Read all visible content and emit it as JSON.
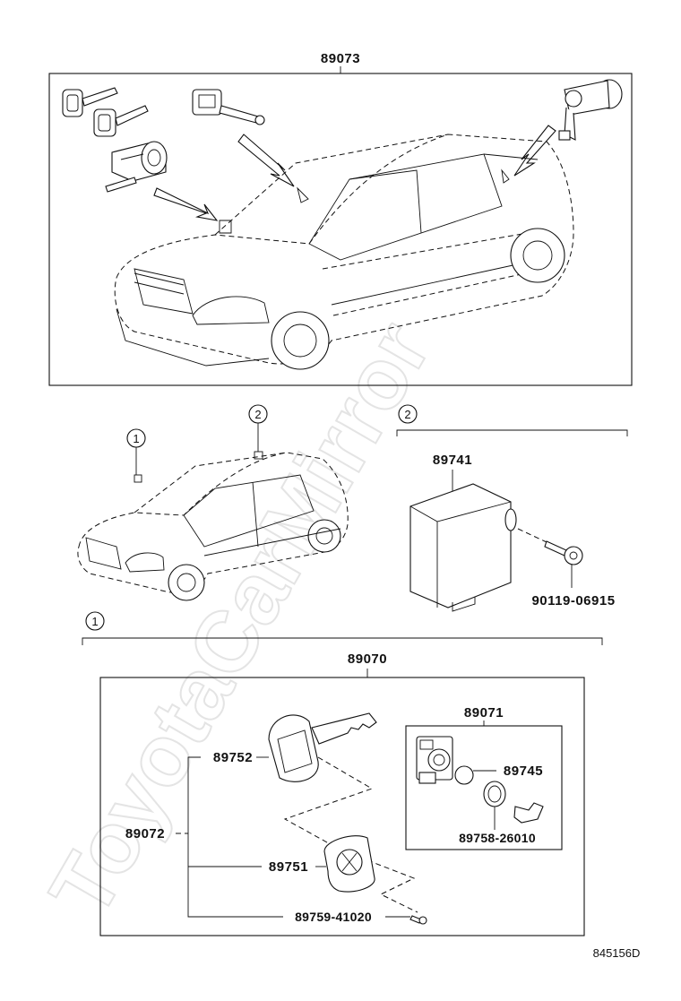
{
  "watermark": "ToyotaCarMirror",
  "diagram_code": "845156D",
  "callouts": [
    "1",
    "2"
  ],
  "top_box": {
    "part_number": "89073"
  },
  "module": {
    "part_number": "89741",
    "bolt": "90119-06915"
  },
  "key_set": {
    "part_number": "89070",
    "lock_cylinder": "89071",
    "key_blank": "89752",
    "key_assy": "89072",
    "transponder": "89751",
    "screw": "89759-41020",
    "cap": "89745",
    "ring": "89758-26010"
  }
}
